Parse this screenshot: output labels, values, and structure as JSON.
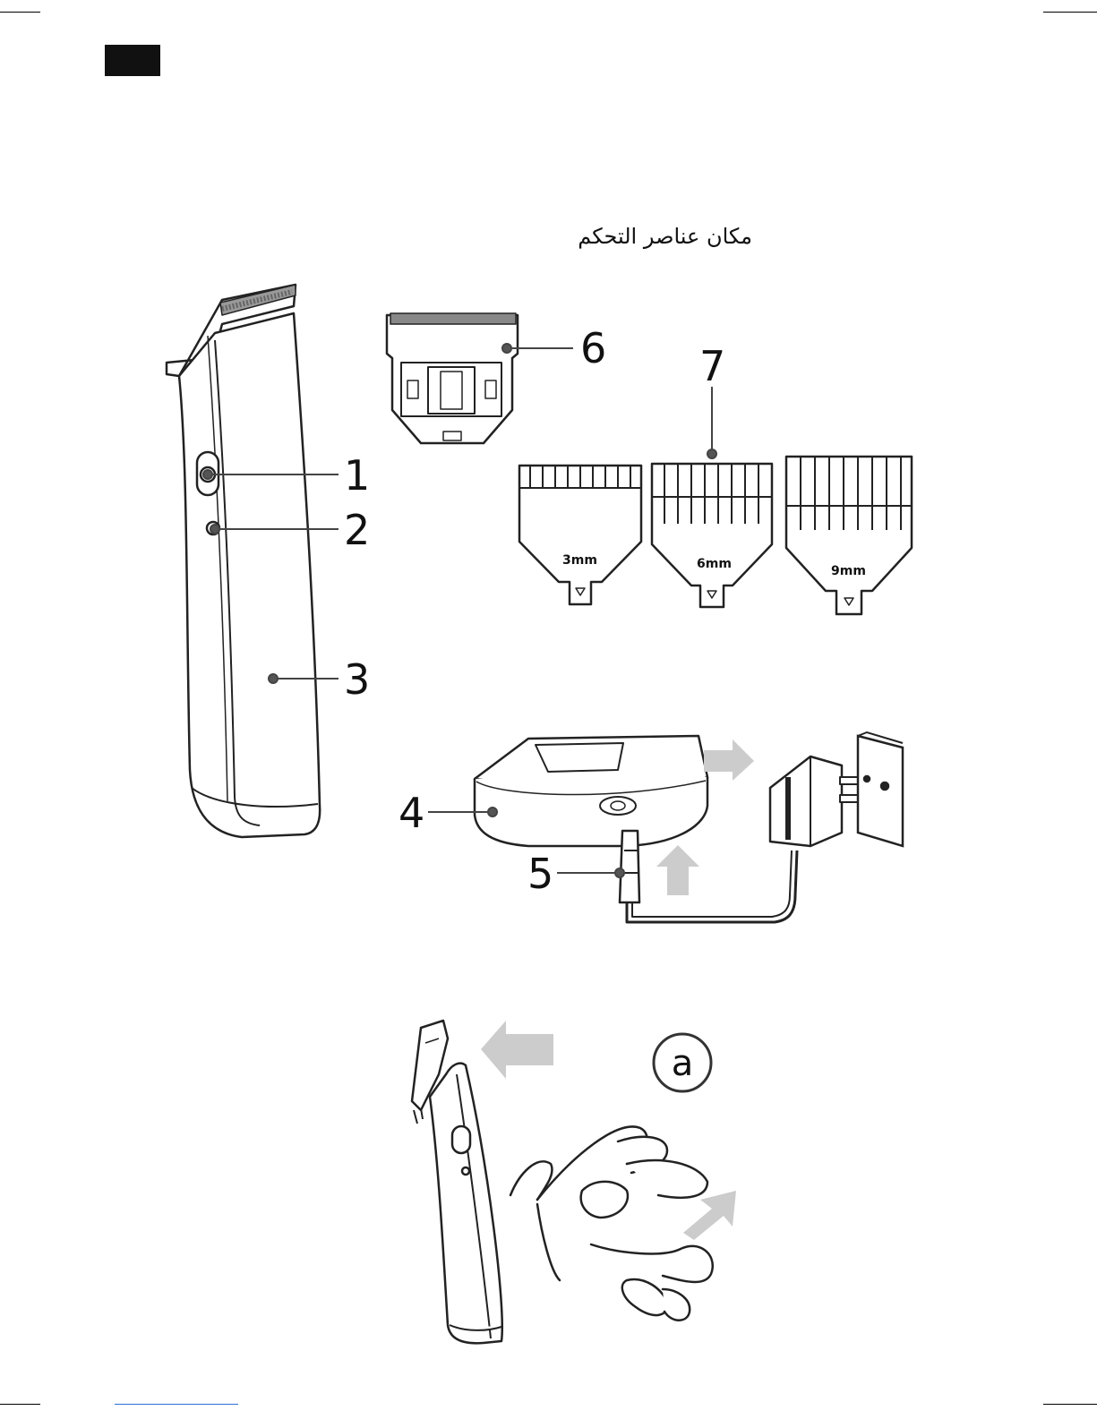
{
  "page": {
    "section_title": "مكان عناصر التحكم"
  },
  "callouts": [
    {
      "id": "1",
      "label": "1"
    },
    {
      "id": "2",
      "label": "2"
    },
    {
      "id": "3",
      "label": "3"
    },
    {
      "id": "4",
      "label": "4"
    },
    {
      "id": "5",
      "label": "5"
    },
    {
      "id": "6",
      "label": "6"
    },
    {
      "id": "7",
      "label": "7"
    }
  ],
  "combs": [
    {
      "label": "3mm"
    },
    {
      "label": "6mm"
    },
    {
      "label": "9mm"
    }
  ],
  "step": {
    "label": "a"
  },
  "icons": [
    "trimmer-body-icon",
    "blade-head-icon",
    "comb-icon",
    "charging-base-icon",
    "power-adapter-icon",
    "wall-socket-icon",
    "hand-icon",
    "arrow-icon"
  ]
}
